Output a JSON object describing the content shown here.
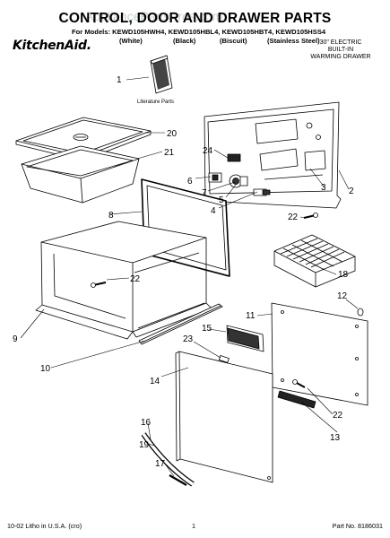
{
  "header": {
    "title": "CONTROL, DOOR AND DRAWER PARTS",
    "models": "For Models: KEWD105HWH4, KEWD105HBL4, KEWD105HBT4, KEWD105HSS4",
    "colors": [
      "(White)",
      "(Black)",
      "(Biscuit)",
      "(Stainless Steel)"
    ],
    "brand": "KitchenAid.",
    "description": [
      "30\" ELECTRIC",
      "BUILT-IN",
      "WARMING DRAWER"
    ],
    "watermark": "AppliancePartsPros.com"
  },
  "diagram": {
    "literature_label": "Literature Parts",
    "callouts": [
      "1",
      "2",
      "3",
      "4",
      "5",
      "6",
      "7",
      "8",
      "9",
      "10",
      "11",
      "12",
      "13",
      "14",
      "15",
      "16",
      "17",
      "18",
      "19",
      "20",
      "21",
      "22",
      "22",
      "22",
      "23",
      "24"
    ]
  },
  "footer": {
    "left": "10-02 Litho in U.S.A. (cro)",
    "center": "1",
    "right": "Part No. 8186031"
  }
}
